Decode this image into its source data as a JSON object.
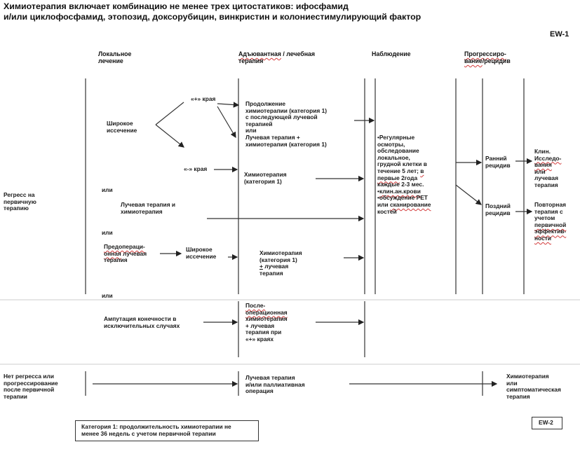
{
  "header": {
    "title": "Химиотерапия включает комбинацию не менее трех цитостатиков: ифосфамид\nи/или циклофосфамид, этопозид, доксорубицин, винкристин и колониестимулирующий фактор",
    "code": "EW-1"
  },
  "columns": {
    "local": "Локальное\nлечение",
    "adjuvant_a": "Адъювантная",
    "adjuvant_b": " / лечебная\nтерапия",
    "observation": "Наблюдение",
    "progression_a": "Прогрессиро-\nвание",
    "progression_b": "/рецидив"
  },
  "nodes": {
    "regress": "Регресс на\nпервичную\nтерапию",
    "wide_excision": "Широкое\nиссечение",
    "margin_pos": "«+» края",
    "margin_neg": "«-» края",
    "continue_chemo": "Продолжение\nхимиотерапии (категория 1)\nс последующей лучевой\nтерапией\nили\nЛучевая терапия +\nхимиотерапия (категория 1)",
    "chemo_cat1": "Химиотерапия\n(категория 1)",
    "or1": "или",
    "radio_chemo": "Лучевая терапия и\nхимиотерапия",
    "or2": "или",
    "preop_a": "Предопераци-\nонная",
    "preop_b": " лучевая\nтерапия",
    "wide_excision2": "Широкое\nиссечение",
    "chemo_radio_a": "Химиотерапия\n(категория 1)\n",
    "chemo_radio_b": "+",
    "chemo_radio_c": " лучевая\nтерапия",
    "or3": "или",
    "amputation": "Ампутация конечности в\nисключительных случаях",
    "postop_a": "После-\nоперационная",
    "postop_b": "\nхимиотерапия\n+ лучевая\nтерапия при\n«+» краях",
    "obs_1": "•Регулярные\n  осмотры,\n  обследование\n  локальное,\n  грудной клетки  в\n  течение  5  лет;",
    "obs_2": "в\n  первые",
    "obs_3": "        2года\n  каждые 2-3 мес.\n•",
    "obs_4": "клин.ан.крови",
    "obs_5": "\n•обсуждение     PET\n  или  ",
    "obs_6": "сканирование",
    "obs_7": "\n  костей",
    "early_relapse": "Ранний\nрецидив",
    "late_relapse": "Поздний\nрецидив",
    "clin_a": "Клин.\n",
    "clin_b": "Исследо-\nвания",
    "clin_c": "\nили\nлучевая\nтерапия",
    "repeat_a": "Повторная\nтерапия с\nучетом\n",
    "repeat_b": "первичной\nэффектив-\nности",
    "no_regress": "Нет регресса или\nпрогрессирование\nпосле первичной\nтерапии",
    "rt_palliative": "Лучевая       терапия\nи/или  паллиативная\nоперация",
    "chemo_symptomatic": "Химиотерапия\nили\nсимптоматическая\nтерапия"
  },
  "footer": {
    "category_note": "Категория 1: продолжительность химиотерапии не\nменее 36 недель с учетом первичной терапии",
    "next_code": "EW-2"
  }
}
